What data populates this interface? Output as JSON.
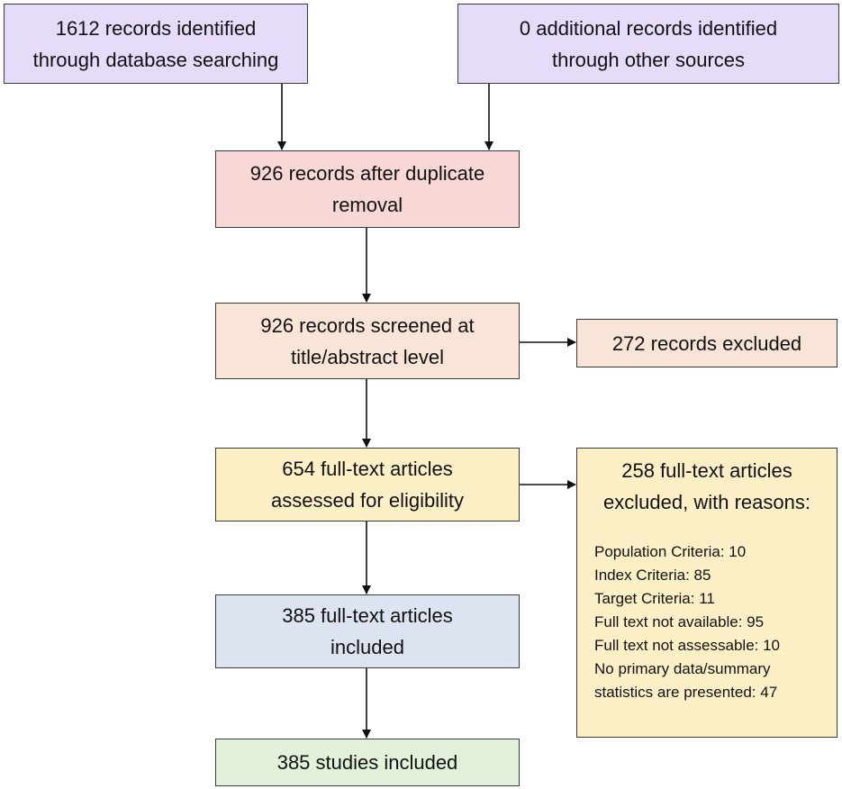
{
  "boxes": {
    "database_records": [
      "1612 records identified",
      "through database searching"
    ],
    "other_sources": [
      "0 additional records identified",
      "through other sources"
    ],
    "after_duplicates": [
      "926 records after duplicate",
      "removal"
    ],
    "screened": [
      "926 records screened at",
      "title/abstract level"
    ],
    "excluded_screening": [
      "272 records excluded"
    ],
    "fulltext_assessed": [
      "654 full-text articles",
      "assessed for eligibility"
    ],
    "fulltext_included": [
      "385 full-text articles",
      "included"
    ],
    "studies_included": [
      "385 studies included"
    ],
    "fulltext_excluded": {
      "heading": [
        "258 full-text articles",
        "excluded, with reasons:"
      ],
      "reasons": [
        "Population Criteria: 10",
        "Index Criteria: 85",
        "Target Criteria: 11",
        "Full text not available: 95",
        "Full text not assessable: 10",
        "No primary data/summary",
        "statistics are presented: 47"
      ]
    }
  },
  "colors": {
    "identification": "#e6dcfa",
    "duplicates": "#f8d7d7",
    "screening": "#f8e5d8",
    "eligibility": "#fdf0c6",
    "included_articles": "#dde3f1",
    "included_studies": "#e3f0da",
    "border": "#3a3a3a"
  }
}
